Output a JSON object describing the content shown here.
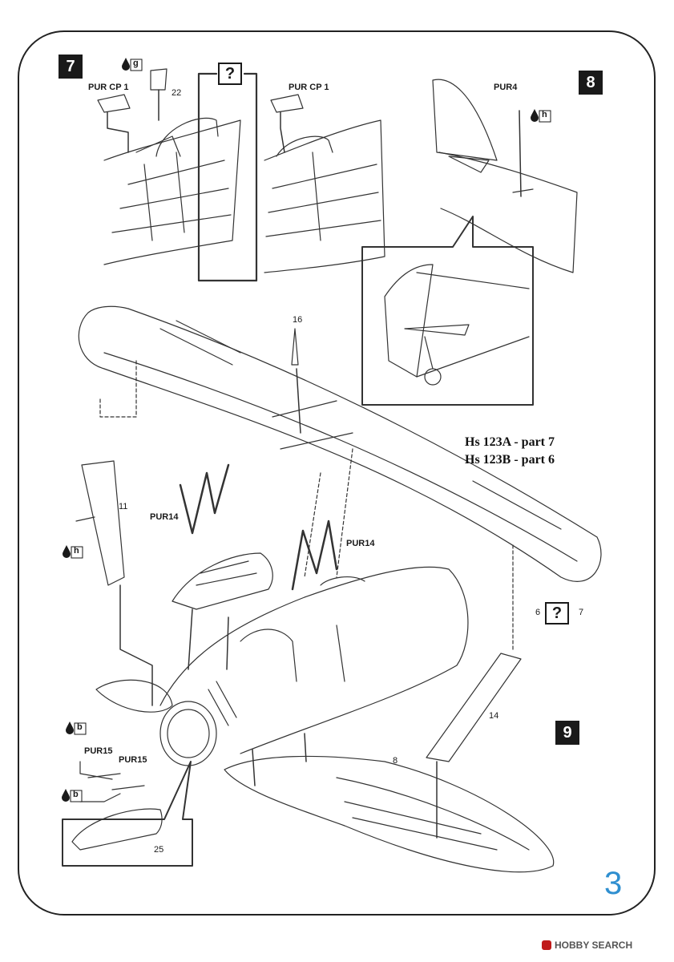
{
  "steps": {
    "s7": "7",
    "s8": "8",
    "s9": "9"
  },
  "labels": {
    "pur_cp1_a": "PUR CP 1",
    "pur_cp1_b": "PUR CP 1",
    "pur4": "PUR4",
    "pur14_a": "PUR14",
    "pur14_b": "PUR14",
    "pur15_a": "PUR15",
    "pur15_b": "PUR15"
  },
  "parts": {
    "p22": "22",
    "p16": "16",
    "p11": "11",
    "p6": "6",
    "p7": "7",
    "p14": "14",
    "p8": "8",
    "p25": "25"
  },
  "glue": {
    "g": "g",
    "h1": "h",
    "h2": "h",
    "b1": "b",
    "b2": "b"
  },
  "question": {
    "q1": "?",
    "q2": "?"
  },
  "variant": {
    "a": "Hs 123A - part 7",
    "b": "Hs 123B - part 6"
  },
  "page_number": "3",
  "footer": "HOBBY SEARCH",
  "colors": {
    "line": "#1a1a1a",
    "page_number": "#2f8fd0",
    "footer_logo": "#c01a1a"
  }
}
